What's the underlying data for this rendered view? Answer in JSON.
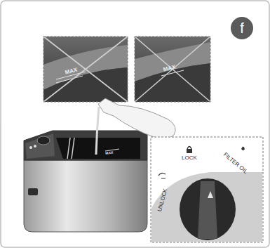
{
  "diagram": {
    "nodes": [
      {
        "text": [
          "f"
        ]
      }
    ],
    "labels": [
      "MAX",
      "MAX",
      "MAX",
      "LOCK",
      "FILTER OIL",
      "UNLOCK"
    ]
  }
}
